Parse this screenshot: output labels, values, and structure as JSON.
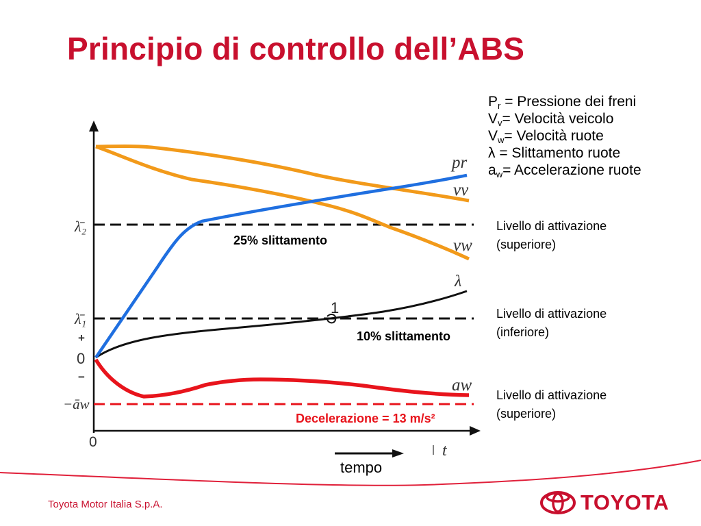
{
  "slide": {
    "title": "Principio di controllo dell’ABS",
    "footer_company": "Toyota Motor Italia S.p.A.",
    "brand_name": "TOYOTA"
  },
  "legend": [
    {
      "sym": "P",
      "sub": "r",
      "text": " = Pressione dei freni"
    },
    {
      "sym": "V",
      "sub": "v",
      "text": "= Velocità veicolo"
    },
    {
      "sym": "V",
      "sub": "w",
      "text": "= Velocità ruote"
    },
    {
      "sym": "λ",
      "sub": "",
      "text": " =  Slittamento ruote"
    },
    {
      "sym": "a",
      "sub": "w",
      "text": "= Accelerazione ruote"
    }
  ],
  "level_labels": [
    {
      "line1": "Livello di attivazione",
      "line2": "(superiore)"
    },
    {
      "line1": "Livello di attivazione",
      "line2": "(inferiore)"
    },
    {
      "line1": "Livello di attivazione",
      "line2": "(superiore)"
    }
  ],
  "chart": {
    "slip_upper_label": "25% slittamento",
    "slip_lower_label": "10% slittamento",
    "decel_label": "Decelerazione = 13 m/s²",
    "time_label": "tempo",
    "tick_lambda2": "λ̄₂",
    "tick_lambda1": "λ̄₁",
    "tick_plus": "+",
    "tick_zero": "0",
    "tick_minus": "−",
    "tick_aw": "−āw",
    "x_origin": "0",
    "x_axis_label": "t",
    "curve_pr": "pr",
    "curve_vv": "vv",
    "curve_vw": "vw",
    "curve_lambda": "λ",
    "curve_aw": "aw",
    "marker_1": "1"
  },
  "colors": {
    "title": "#c8102e",
    "pressure": "#1f6fe0",
    "speed": "#f29a1a",
    "acceleration": "#e8141c",
    "slip": "#111111"
  }
}
